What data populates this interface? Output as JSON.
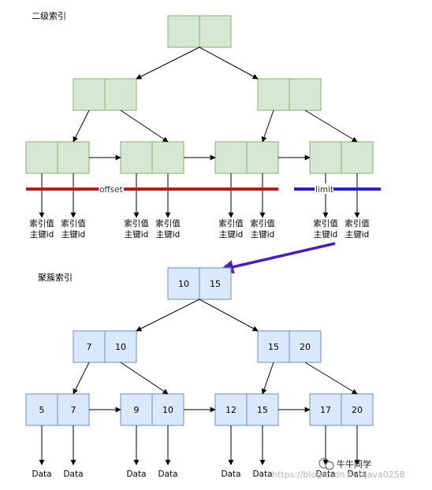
{
  "secondary_index": {
    "title": "二级索引",
    "label_line1": "索引值",
    "label_line2": "主键id",
    "fill": "#d5e8d4",
    "stroke": "#82b366"
  },
  "clustered_index": {
    "title": "聚簇索引",
    "fill": "#dae8fc",
    "stroke": "#6c8ebf",
    "root_keys": [
      "10",
      "15"
    ],
    "level2": [
      [
        "7",
        "10"
      ],
      [
        "15",
        "20"
      ]
    ],
    "leaves": [
      [
        "5",
        "7"
      ],
      [
        "9",
        "10"
      ],
      [
        "12",
        "15"
      ],
      [
        "17",
        "20"
      ]
    ],
    "data_label": "Data"
  },
  "bars": {
    "offset_label": "offset",
    "offset_color": "#b01e1e",
    "limit_label": "limit",
    "limit_color": "#2b1fc4"
  },
  "pointer_arrow_color": "#4b1fb8",
  "watermark": {
    "url_text": "https://blog.csdn.net/java0258",
    "name": "牛牛同学"
  }
}
